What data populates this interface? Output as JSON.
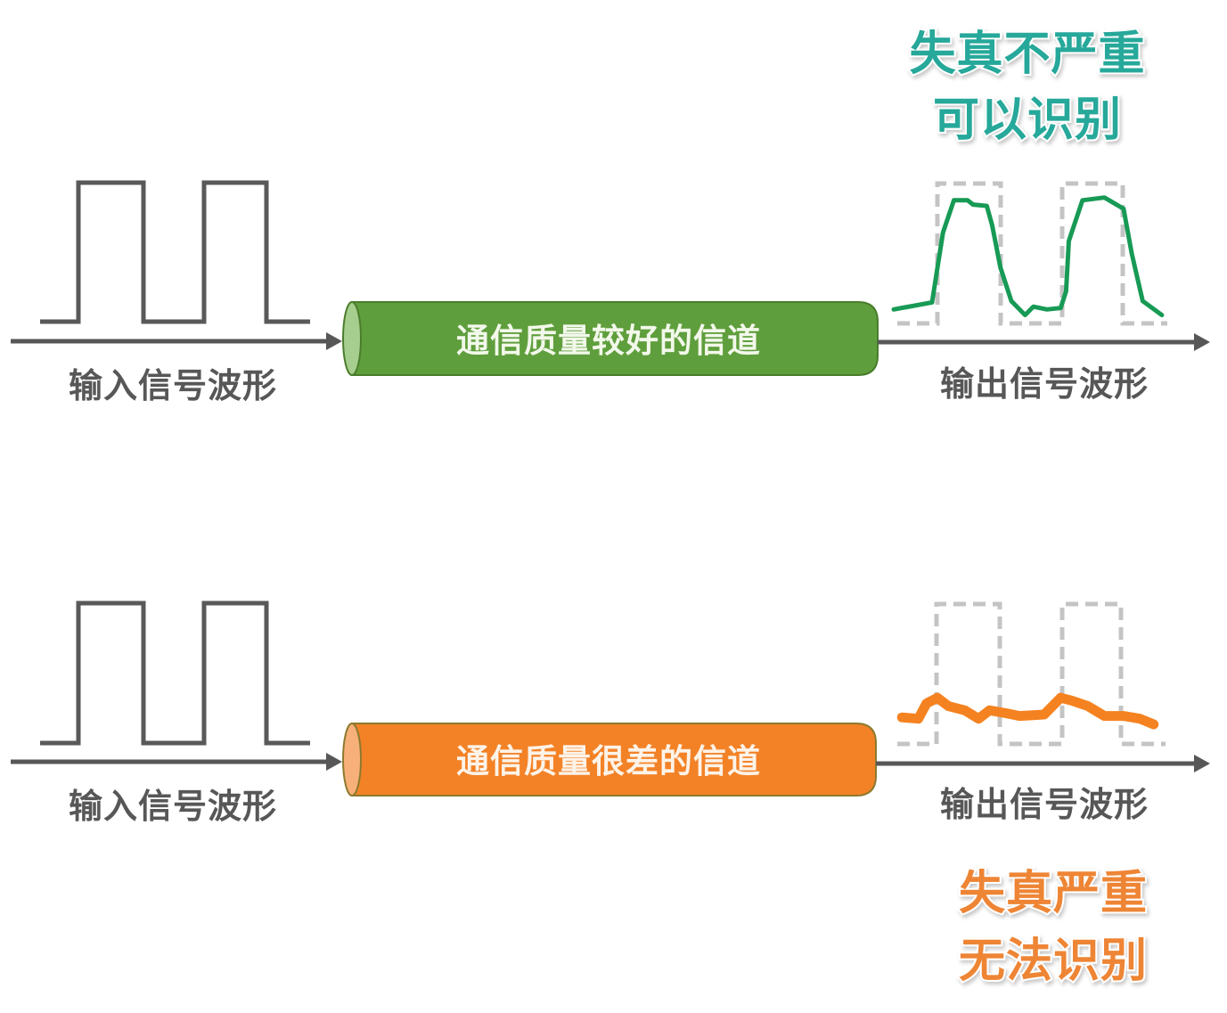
{
  "title": "信道质量对输出信号波形的影响",
  "colors": {
    "good": {
      "body": "#5f9e3c",
      "cap": "#a6ce8e",
      "outline": "#4a7d2c",
      "label": "#f2f8ea",
      "curve": "#179a55",
      "verdict": "#26a89a"
    },
    "bad": {
      "body": "#f38227",
      "cap": "#f7b07a",
      "outline": "#8b7a2e",
      "label": "#fdf3e8",
      "curve": "#f58220",
      "verdict": "#ee8535"
    },
    "axis": "#575757",
    "reference": "#c4c4c4"
  },
  "rows": [
    {
      "id": "good-channel",
      "input_label": "输入信号波形",
      "channel_label": "通信质量较好的信道",
      "output_label": "输出信号波形",
      "verdict_lines": [
        "失真不严重",
        "可以识别"
      ],
      "distortion": "slight",
      "input_levels": [
        0,
        1,
        0,
        1,
        0
      ],
      "output_samples": [
        [
          0.0,
          0.1
        ],
        [
          0.14,
          0.15
        ],
        [
          0.16,
          0.4
        ],
        [
          0.18,
          0.65
        ],
        [
          0.22,
          0.88
        ],
        [
          0.27,
          0.88
        ],
        [
          0.29,
          0.85
        ],
        [
          0.34,
          0.84
        ],
        [
          0.36,
          0.7
        ],
        [
          0.39,
          0.4
        ],
        [
          0.43,
          0.16
        ],
        [
          0.48,
          0.06
        ],
        [
          0.51,
          0.12
        ],
        [
          0.56,
          0.1
        ],
        [
          0.61,
          0.11
        ],
        [
          0.63,
          0.23
        ],
        [
          0.64,
          0.59
        ],
        [
          0.69,
          0.88
        ],
        [
          0.77,
          0.9
        ],
        [
          0.84,
          0.82
        ],
        [
          0.87,
          0.5
        ],
        [
          0.91,
          0.16
        ],
        [
          0.98,
          0.06
        ]
      ]
    },
    {
      "id": "bad-channel",
      "input_label": "输入信号波形",
      "channel_label": "通信质量很差的信道",
      "output_label": "输出信号波形",
      "verdict_lines": [
        "失真严重",
        "无法识别"
      ],
      "distortion": "severe",
      "input_levels": [
        0,
        1,
        0,
        1,
        0
      ],
      "output_samples": [
        [
          0.03,
          0.19
        ],
        [
          0.09,
          0.18
        ],
        [
          0.12,
          0.29
        ],
        [
          0.16,
          0.33
        ],
        [
          0.2,
          0.27
        ],
        [
          0.26,
          0.24
        ],
        [
          0.31,
          0.18
        ],
        [
          0.35,
          0.24
        ],
        [
          0.41,
          0.22
        ],
        [
          0.46,
          0.2
        ],
        [
          0.55,
          0.21
        ],
        [
          0.61,
          0.33
        ],
        [
          0.65,
          0.31
        ],
        [
          0.71,
          0.27
        ],
        [
          0.77,
          0.2
        ],
        [
          0.84,
          0.2
        ],
        [
          0.9,
          0.18
        ],
        [
          0.95,
          0.14
        ]
      ]
    }
  ]
}
